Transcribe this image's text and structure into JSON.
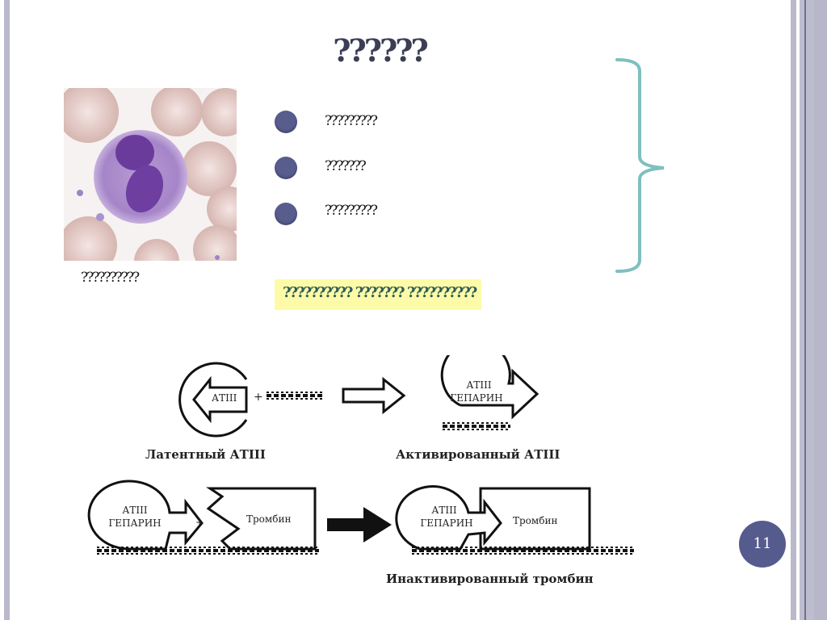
{
  "slide": {
    "title": "??????",
    "page_number": "11"
  },
  "image": {
    "description": "eosinophil-micrograph",
    "caption": "??????????"
  },
  "bullets": [
    {
      "text": "?????????"
    },
    {
      "text": "???????"
    },
    {
      "text": "?????????"
    }
  ],
  "highlight": {
    "text": "?????????? ??????? ??????????"
  },
  "diagram": {
    "top_left_label": "Латентный АТIII",
    "top_right_label": "Активированный АТIII",
    "bottom_label": "Инактивированный тромбин",
    "atiii_short": "АТIII",
    "plus": "+",
    "complex_line1": "АТIII",
    "complex_line2": "ГЕПАРИН",
    "thrombin": "Тромбин"
  },
  "colors": {
    "bullet": "#585d8e",
    "brace": "#7fbfbf",
    "highlight_bg": "#fdfba3",
    "highlight_text": "#2e5b55",
    "page_badge": "#565b8e",
    "border": "#b9b9cb"
  }
}
